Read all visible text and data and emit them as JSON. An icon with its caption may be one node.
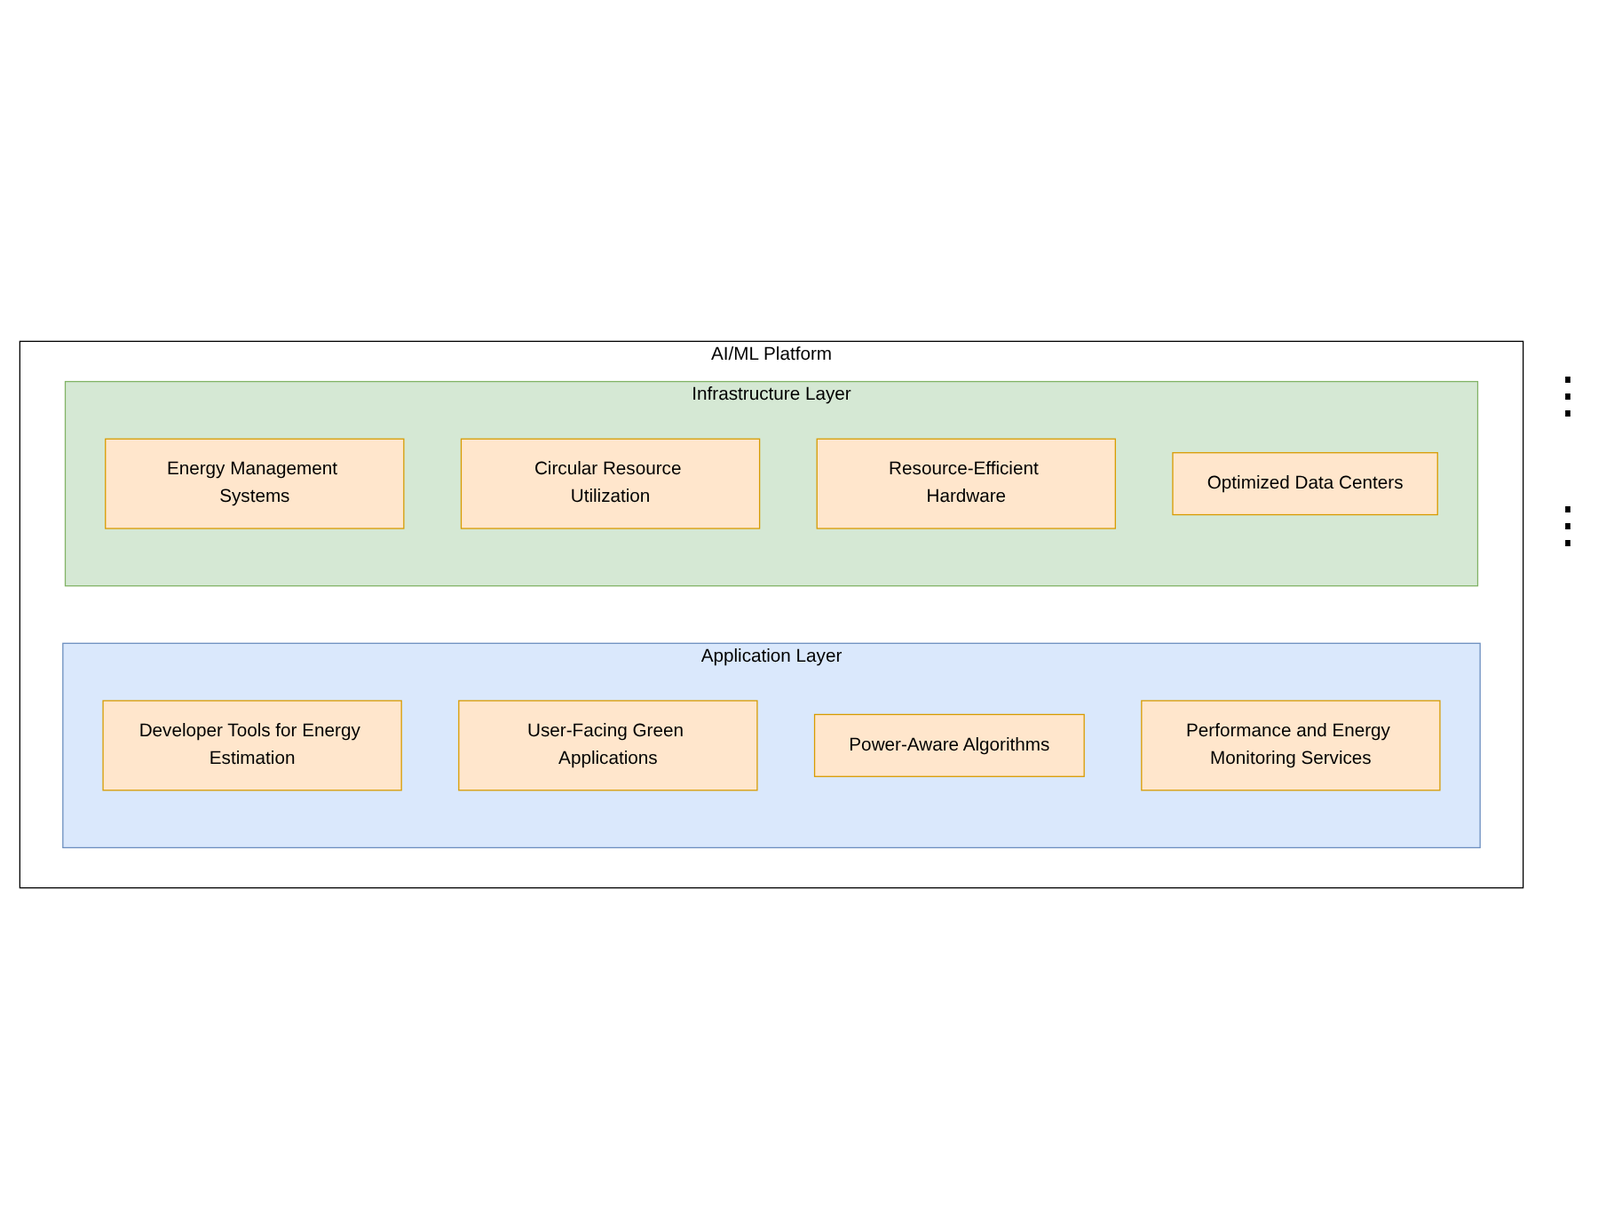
{
  "diagram": {
    "nodes": [
      {
        "text": [
          "AI/ML Platform"
        ]
      },
      {
        "text": [
          "Application Layer"
        ],
        "in": 0
      },
      {
        "text": [
          "Developer Tools for Energy Estimation"
        ],
        "in": 1
      },
      {
        "text": [
          "User-Facing Green Applications"
        ],
        "in": 1
      },
      {
        "text": [
          "Power-Aware Algorithms"
        ],
        "in": 1
      },
      {
        "text": [
          "Performance and Energy Monitoring Services"
        ],
        "in": 1
      },
      {
        "text": [
          "Infrastructure Layer"
        ],
        "in": 0
      },
      {
        "text": [
          "Energy Management Systems"
        ],
        "in": 6
      },
      {
        "text": [
          "Circular Resource Utilization"
        ],
        "in": 6
      },
      {
        "text": [
          "Resource-Efficient Hardware"
        ],
        "in": 6
      },
      {
        "text": [
          "Optimized Data Centers"
        ],
        "in": 6
      }
    ],
    "labels": [
      "⋮",
      "⋮"
    ]
  }
}
